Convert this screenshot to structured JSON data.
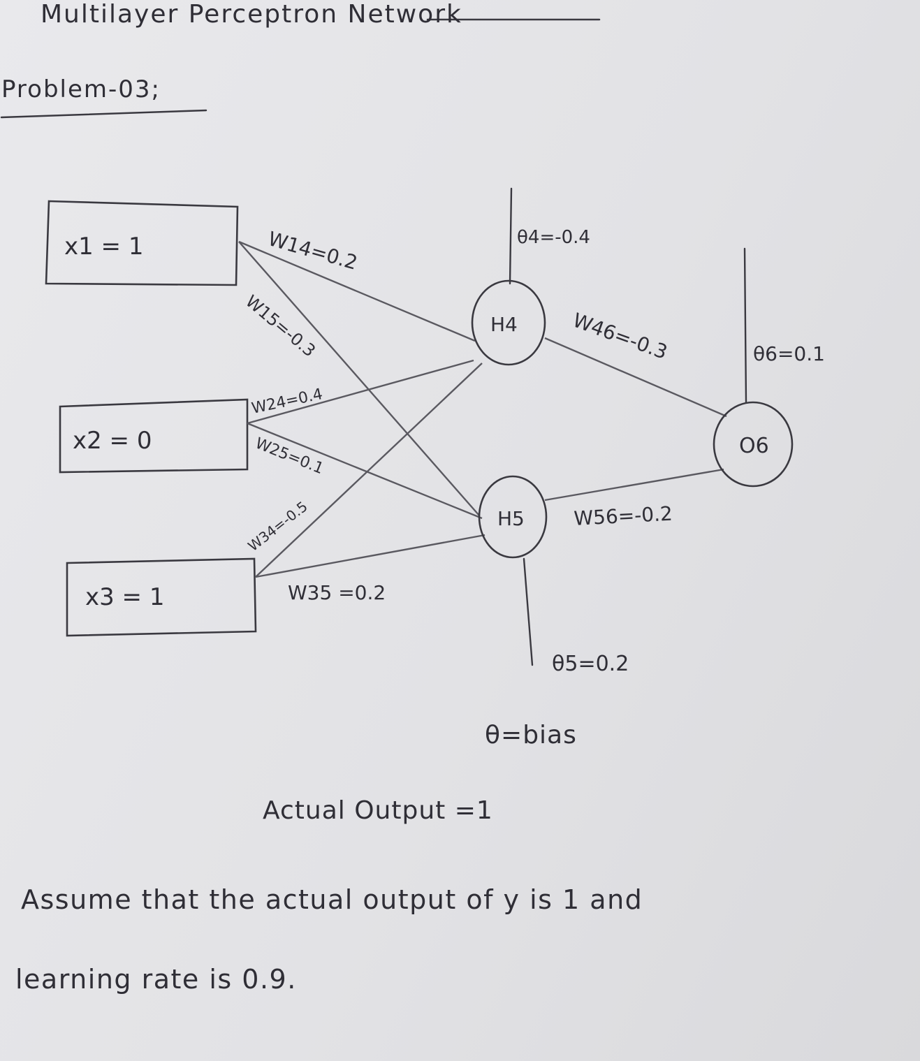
{
  "header": {
    "title": "Multilayer Perceptron Network",
    "problem": "Problem-03;"
  },
  "inputs": [
    {
      "id": "x1",
      "label": "x1 = 1"
    },
    {
      "id": "x2",
      "label": "x2 = 0"
    },
    {
      "id": "x3",
      "label": "x3 = 1"
    }
  ],
  "nodes": {
    "h4": "H4",
    "h5": "H5",
    "o6": "O6"
  },
  "weights": {
    "w14": "W14=0.2",
    "w15": "W15=-0.3",
    "w24": "W24=0.4",
    "w25": "W25=0.1",
    "w34": "W34=-0.5",
    "w35": "W35 =0.2",
    "w46": "W46=-0.3",
    "w56": "W56=-0.2"
  },
  "biases": {
    "b4": "θ4=-0.4",
    "b5": "θ5=0.2",
    "b6": "θ6=0.1"
  },
  "legend": {
    "bias": "θ=bias",
    "actual_output": "Actual Output =1"
  },
  "footer": {
    "line1": "Assume that the actual output of y is 1 and",
    "line2": "learning rate is 0.9."
  }
}
